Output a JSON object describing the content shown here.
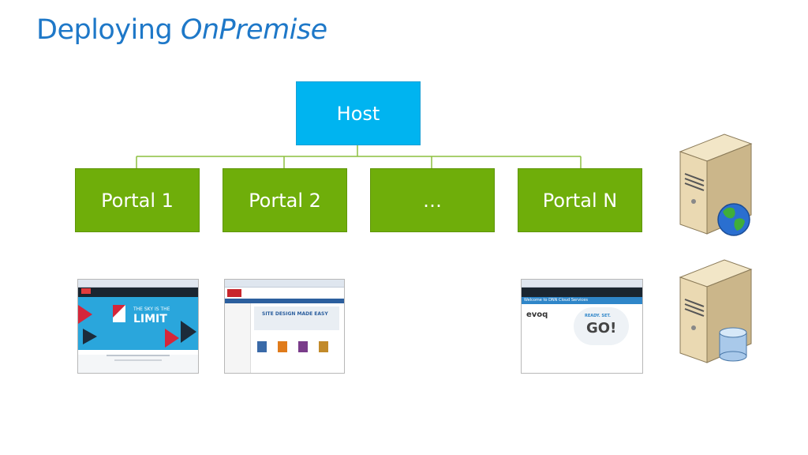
{
  "slide": {
    "title_main": "Deploying ",
    "title_italic": "OnPremise"
  },
  "diagram": {
    "host_label": "Host",
    "portals": [
      "Portal 1",
      "Portal 2",
      "…",
      "Portal N"
    ]
  },
  "screenshots": {
    "shot1": {
      "headline_small": "THE SKY IS THE",
      "headline_big": "LIMIT"
    },
    "shot2": {
      "banner": "SITE DESIGN MADE EASY"
    },
    "shot3": {
      "welcome": "Welcome to DNN Cloud Services",
      "logo": "evoq",
      "ready": "READY. SET.",
      "go": "GO!"
    }
  },
  "colors": {
    "title": "#1e78c8",
    "host": "#00b4f0",
    "portal": "#6fae0a",
    "connector": "#8cbf3f"
  },
  "icons": [
    "web-server-icon",
    "database-server-icon"
  ]
}
